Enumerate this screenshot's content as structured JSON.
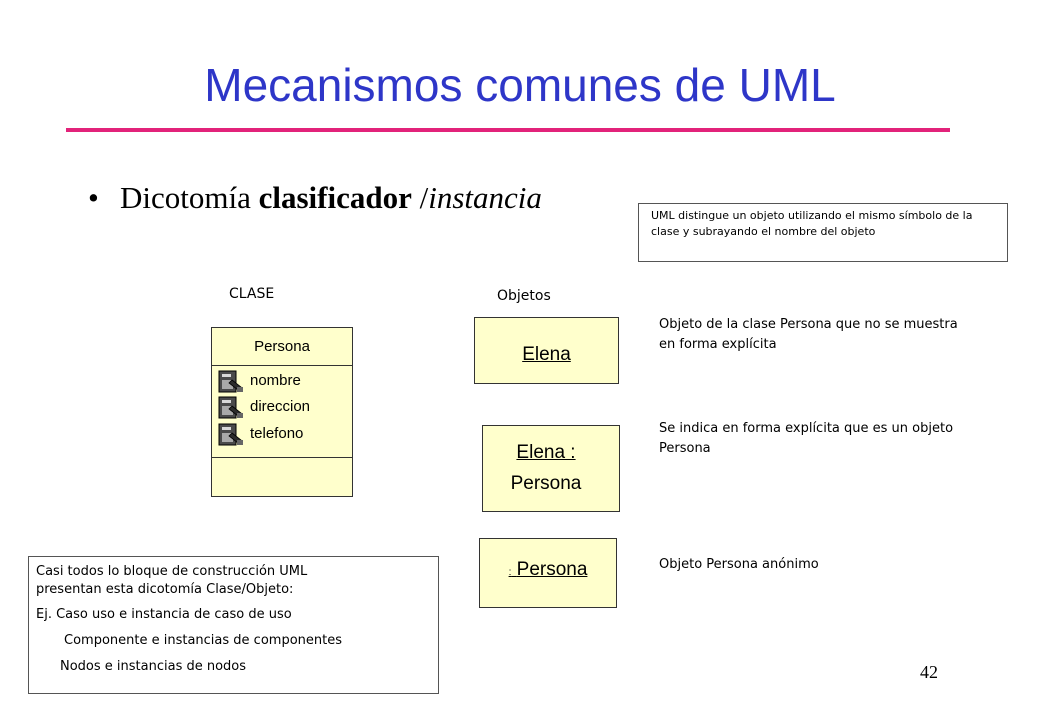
{
  "slide": {
    "title": "Mecanismos comunes de UML",
    "bullet": {
      "text_1": "Dicotomía ",
      "bold": "clasificador",
      "text_2": " /",
      "italic": "instancia"
    },
    "page_number": "42"
  },
  "colors": {
    "title": "#2e36c8",
    "title_rule": "#e2237a",
    "box_fill": "#ffffcc"
  },
  "notes": {
    "top": "UML distingue un objeto utilizando el mismo símbolo de la clase y subrayando el nombre del objeto",
    "bottom": {
      "line_1": "Casi todos lo bloque de construcción UML",
      "line_2": "presentan esta dicotomía Clase/Objeto:",
      "line_3": "Ej. Caso uso e instancia de caso de uso",
      "line_4": "Componente e instancias de componentes",
      "line_5": "Nodos e instancias de nodos"
    }
  },
  "diagram": {
    "class_label": "CLASE",
    "objects_label": "Objetos",
    "class_box": {
      "name": "Persona",
      "attributes": [
        "nombre",
        "direccion",
        "telefono"
      ],
      "attribute_icon": "protected-attribute-icon"
    },
    "objects": [
      {
        "lines": [
          "Elena"
        ],
        "description": "Objeto de la clase Persona que no se muestra en forma explícita"
      },
      {
        "lines": [
          "Elena :",
          "Persona"
        ],
        "description": "Se indica en forma explícita que es un objeto Persona"
      },
      {
        "prefix": ":",
        "lines": [
          "Persona"
        ],
        "description": "Objeto Persona anónimo"
      }
    ]
  }
}
